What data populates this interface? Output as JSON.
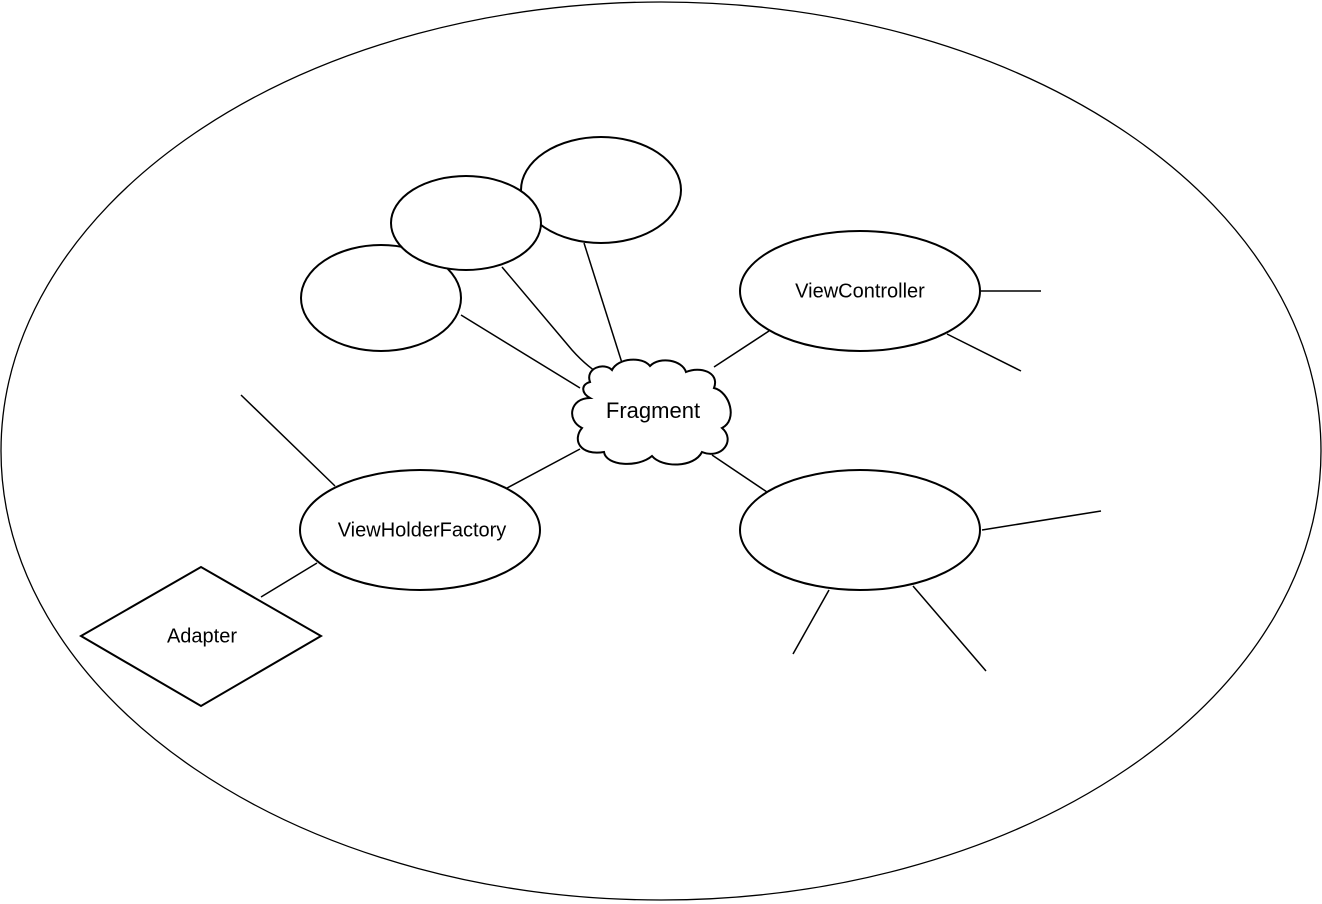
{
  "diagram": {
    "nodes": {
      "fragment": "Fragment",
      "view_controller": "ViewController",
      "view_holder_factory": "ViewHolderFactory",
      "adapter": "Adapter"
    }
  }
}
